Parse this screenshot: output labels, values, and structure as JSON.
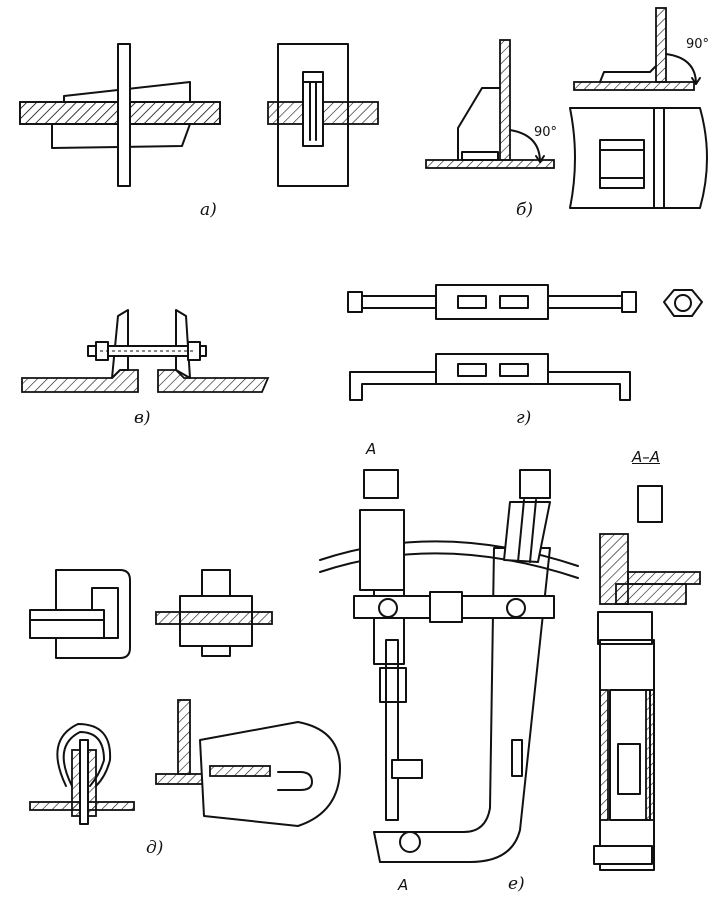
{
  "figure": {
    "panel_labels": {
      "a": "а)",
      "b": "б)",
      "v": "в)",
      "g": "г)",
      "d": "д)",
      "e": "е)"
    },
    "angle_labels": {
      "b_left": "90°",
      "b_right": "90°"
    },
    "section": {
      "title": "А–А",
      "mark_top": "А",
      "mark_bottom": "А"
    }
  }
}
